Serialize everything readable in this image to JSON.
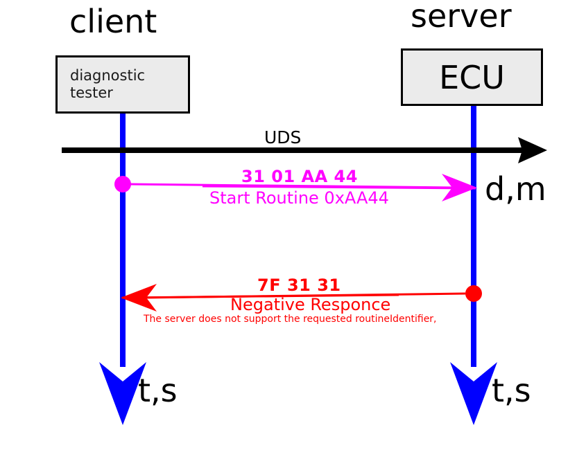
{
  "diagram": {
    "type": "uml-sequence-diagram",
    "protocol_label": "UDS",
    "background": "#ffffff",
    "colors": {
      "lifeline": "#0000ff",
      "request": "#ff00ff",
      "response": "#ff0000",
      "frame": "#000000",
      "box_fill": "#ebebeb"
    }
  },
  "participants": [
    {
      "role_title": "client",
      "box_label": "diagnostic\ntester",
      "box_line1": "diagnostic",
      "box_line2": "tester",
      "lifeline_end_label": "t,s"
    },
    {
      "role_title": "server",
      "box_label": "ECU",
      "lifeline_end_label": "t,s"
    }
  ],
  "axis": {
    "protocol": "UDS",
    "right_annotation": "d,m",
    "bottom_annotation_left": "t,s",
    "bottom_annotation_right": "t,s"
  },
  "messages": [
    {
      "id": "request",
      "direction": "client-to-server",
      "hex": "31 01 AA 44",
      "name": "Start Routine 0xAA44",
      "color": "#ff00ff"
    },
    {
      "id": "response",
      "direction": "server-to-client",
      "hex": "7F 31 31",
      "name": "Negative Responce",
      "note": "The server does not support the requested routineIdentifier,",
      "color": "#ff0000"
    }
  ]
}
